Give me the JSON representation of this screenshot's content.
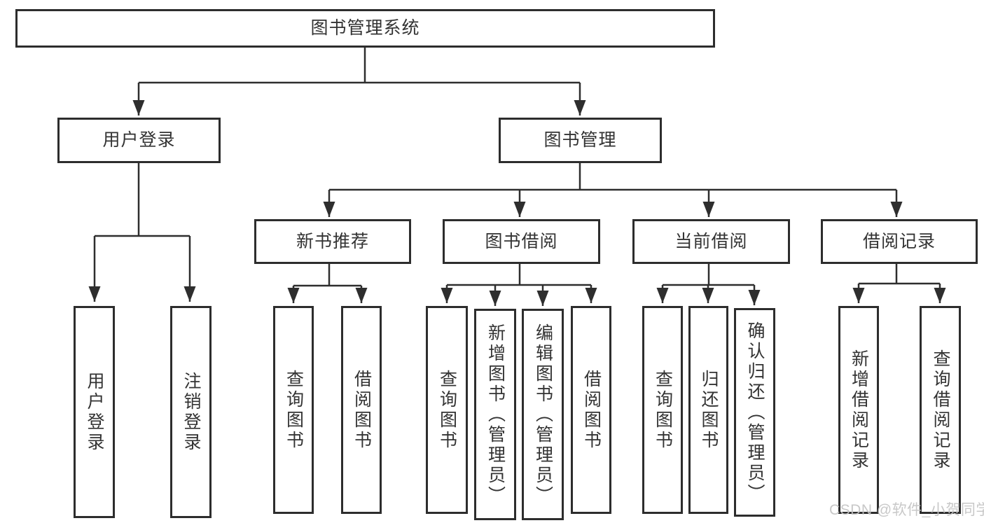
{
  "diagram": {
    "root": "图书管理系统",
    "level2": [
      "用户登录",
      "图书管理"
    ],
    "level3": [
      "新书推荐",
      "图书借阅",
      "当前借阅",
      "借阅记录"
    ],
    "leaves": {
      "user_login": [
        "用户登录",
        "注销登录"
      ],
      "new_books": [
        "查询图书",
        "借阅图书"
      ],
      "book_borrow": [
        "查询图书",
        "新增图书（管理员）",
        "编辑图书（管理员）",
        "借阅图书"
      ],
      "current_borrow": [
        "查询图书",
        "归还图书",
        "确认归还（管理员）"
      ],
      "borrow_records": [
        "新增借阅记录",
        "查询借阅记录"
      ]
    },
    "watermark": "CSDN @软件_小贺同学",
    "colors": {
      "line": "#2e2e2e",
      "border": "#2d2d2d",
      "text": "#333333",
      "background": "#ffffff",
      "watermark_text": "#c4c4c4"
    }
  }
}
